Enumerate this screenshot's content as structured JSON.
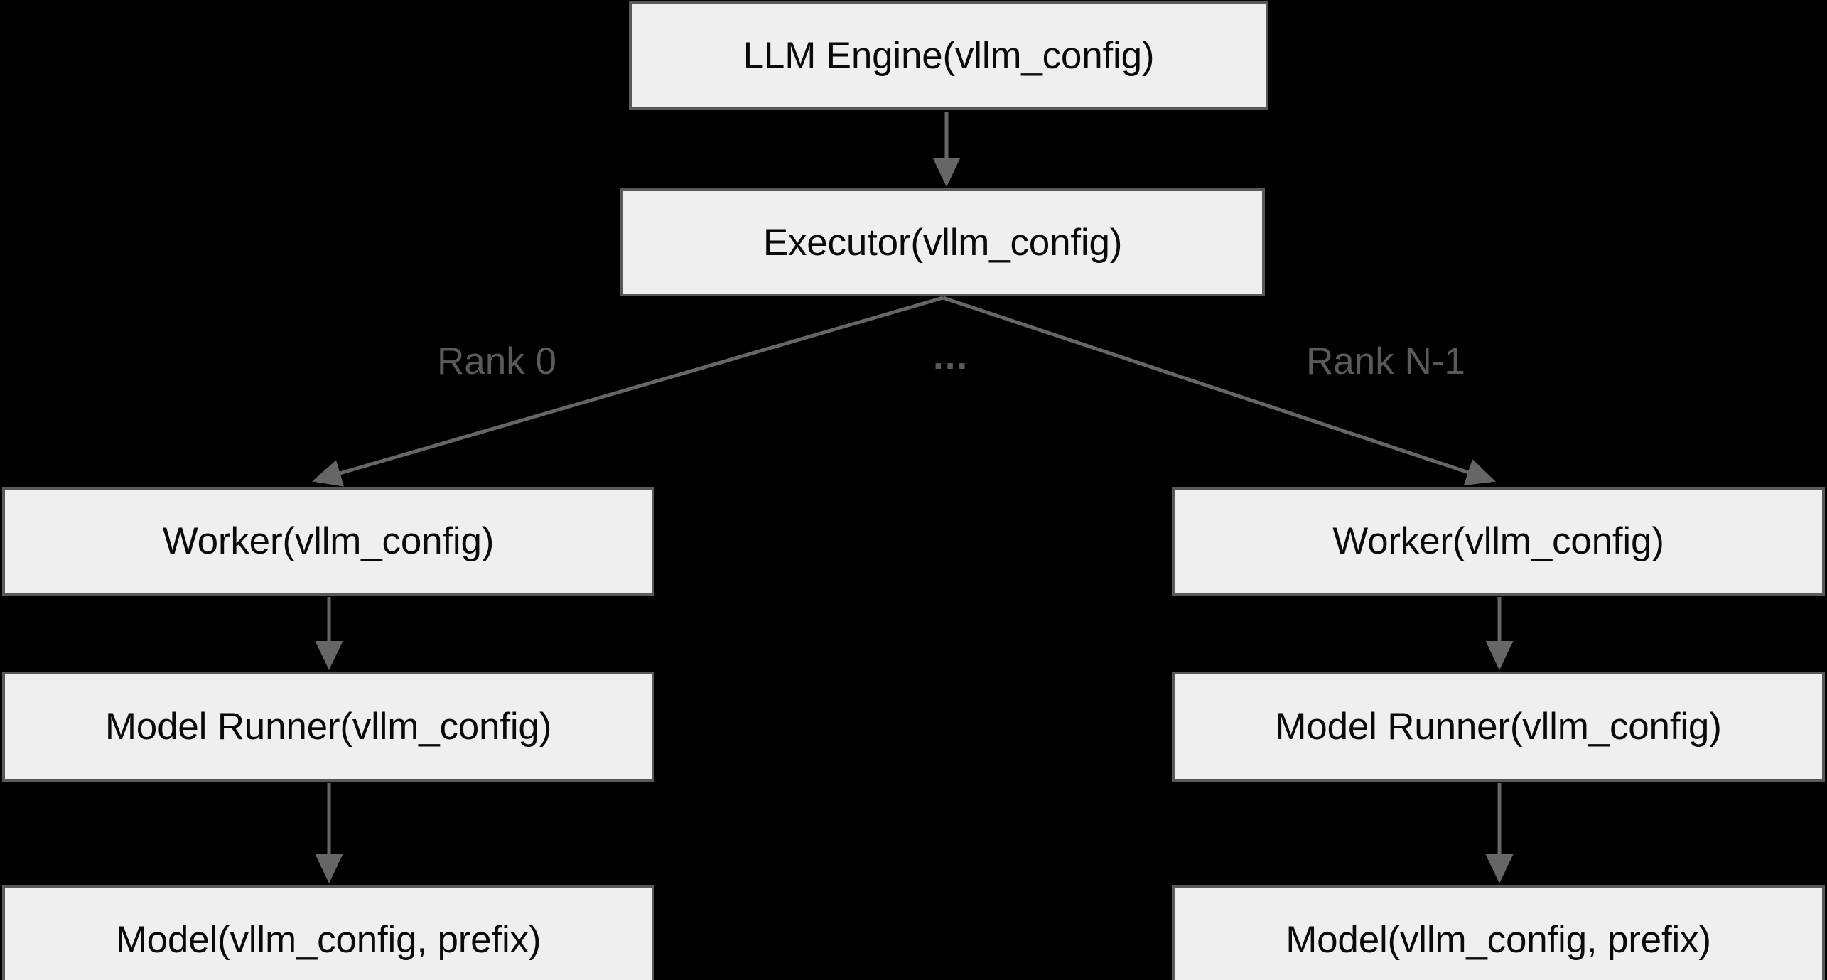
{
  "diagram": {
    "title": "vLLM config propagation hierarchy",
    "background_color": "#000000",
    "node_fill": "#efefef",
    "node_border": "#595959",
    "edge_color": "#666666",
    "label_color": "#5a5a5a",
    "nodes": {
      "llm_engine": "LLM Engine(vllm_config)",
      "executor": "Executor(vllm_config)",
      "worker_rank0": "Worker(vllm_config)",
      "worker_rankn": "Worker(vllm_config)",
      "model_runner_rank0": "Model Runner(vllm_config)",
      "model_runner_rankn": "Model Runner(vllm_config)",
      "model_rank0": "Model(vllm_config, prefix)",
      "model_rankn": "Model(vllm_config, prefix)"
    },
    "edge_labels": {
      "rank_0": "Rank 0",
      "rank_n_minus_1": "Rank N-1",
      "ellipsis": "..."
    }
  }
}
